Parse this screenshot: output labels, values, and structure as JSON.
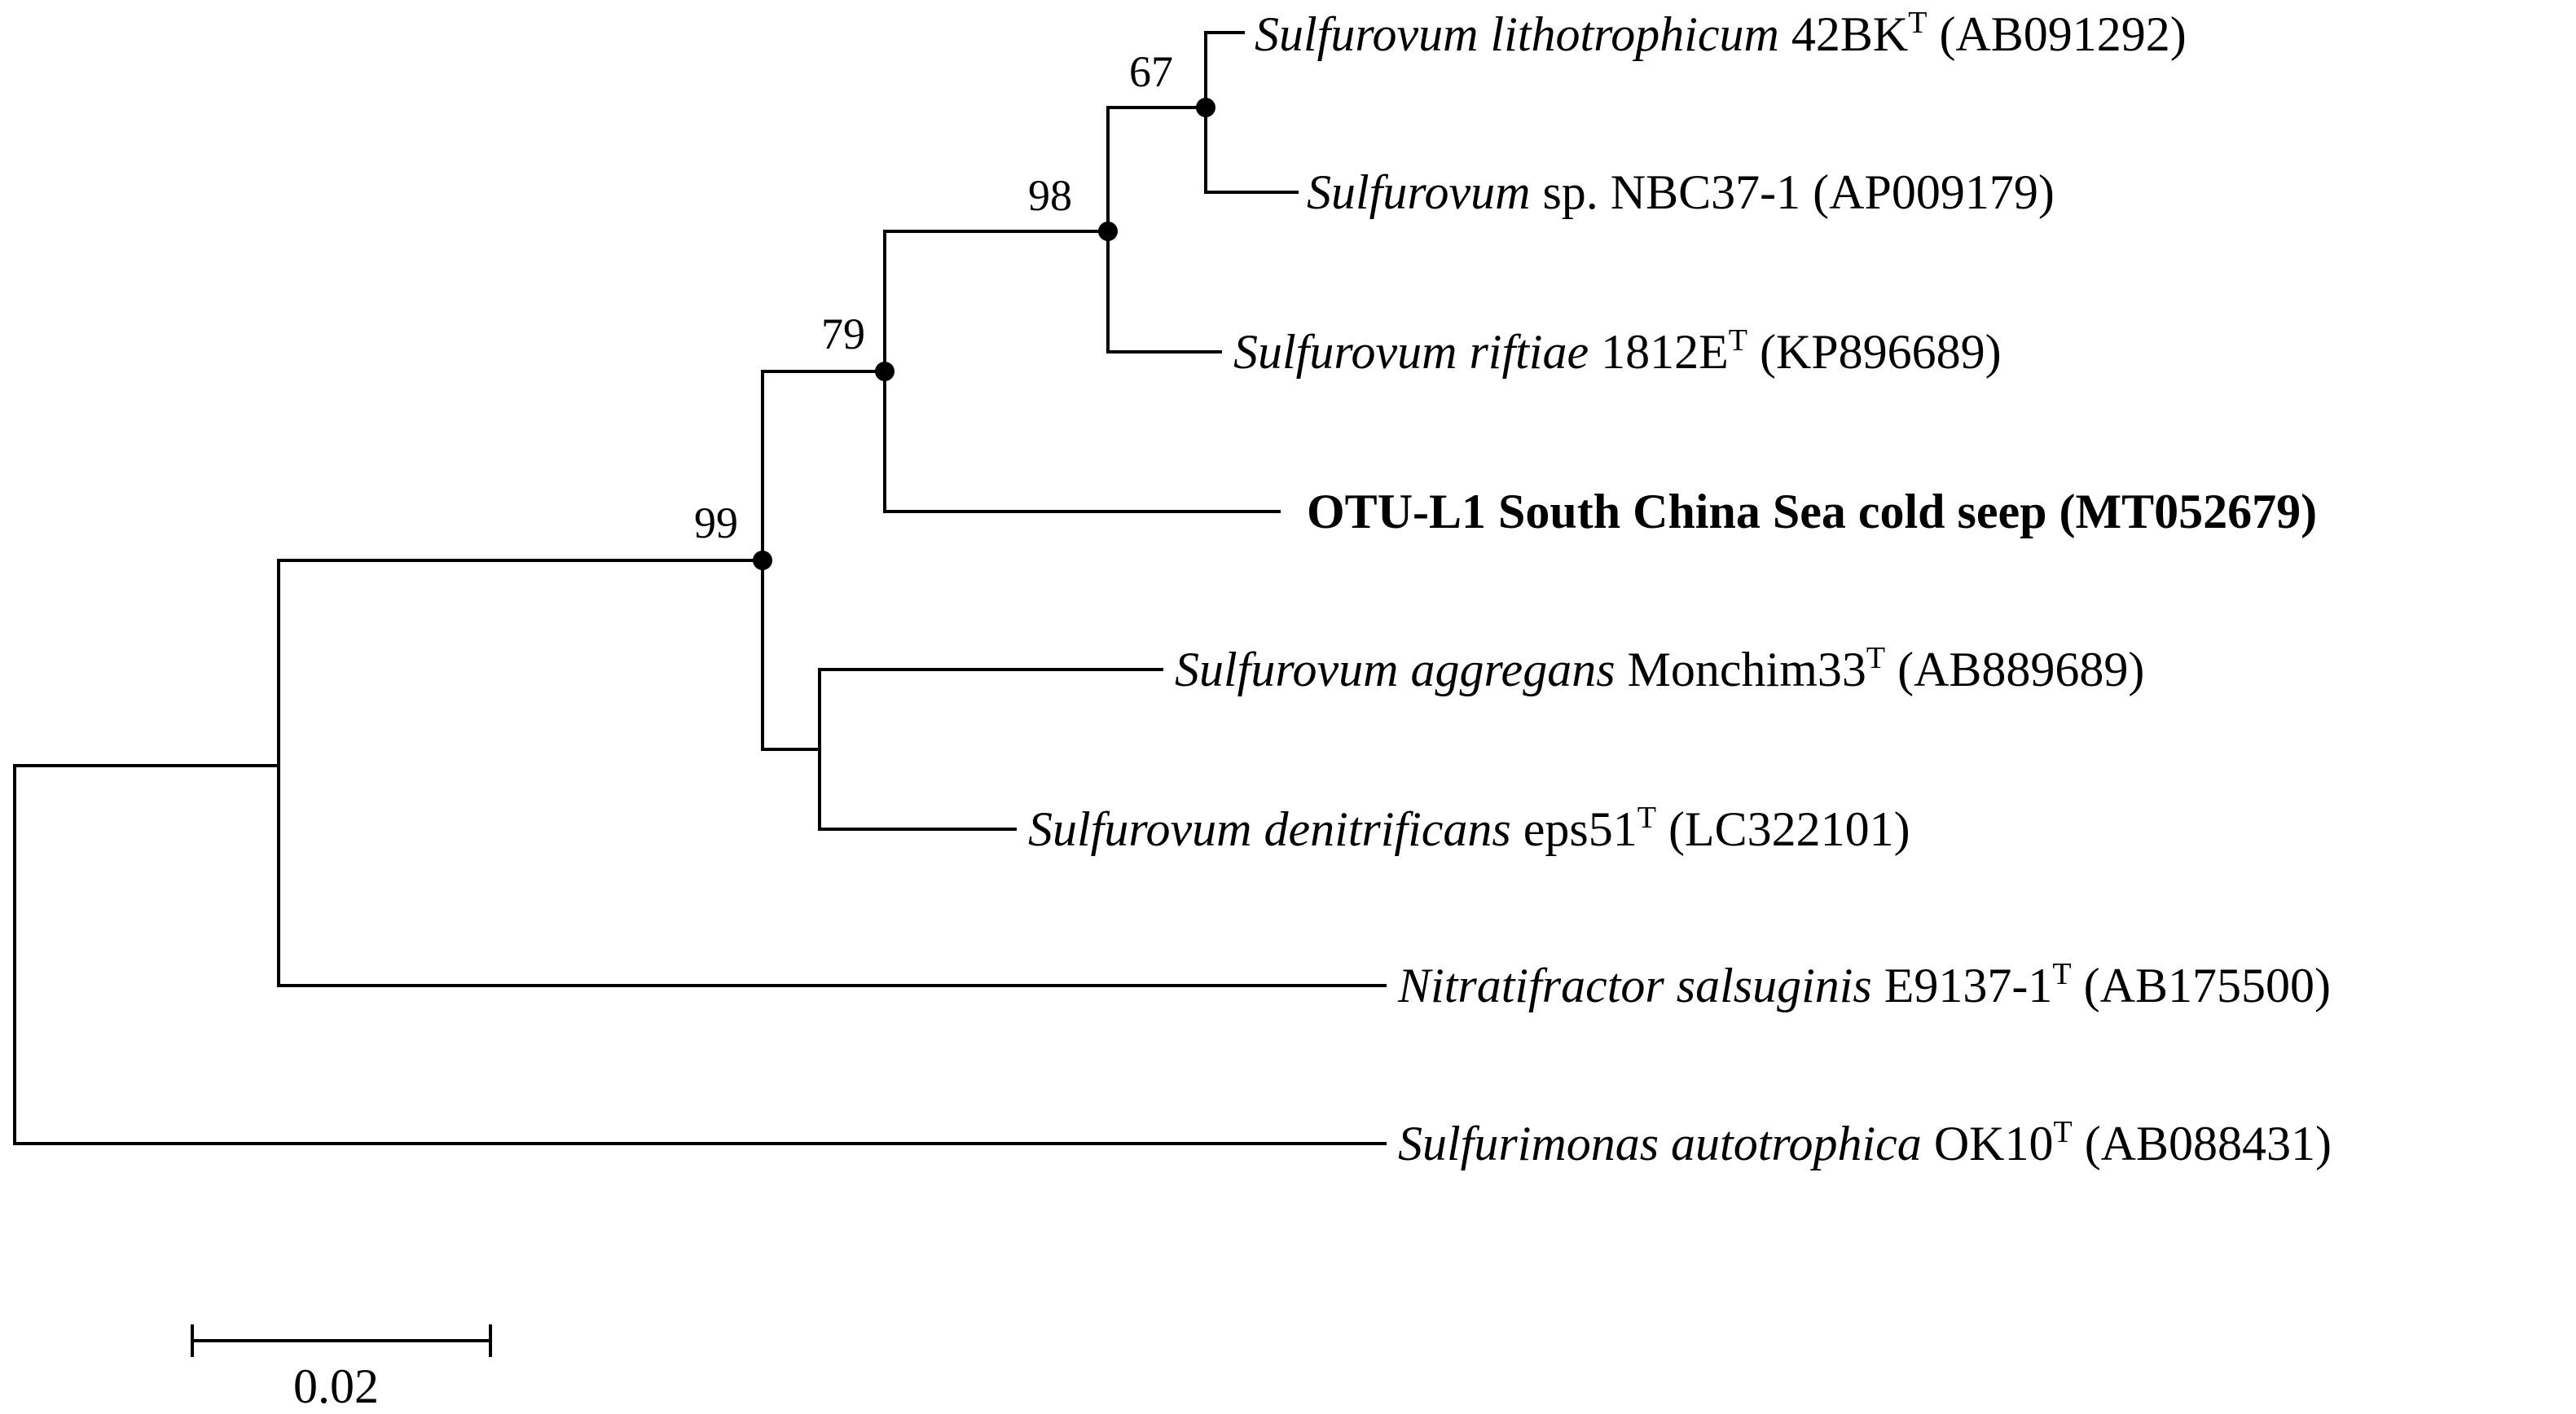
{
  "tree": {
    "taxa": [
      {
        "id": "sulf-lith",
        "genus": "Sulfurovum",
        "species": "lithotrophicum",
        "strain": "42BK",
        "type_strain": "T",
        "accession": "(AB091292)"
      },
      {
        "id": "sulf-nbc",
        "genus": "Sulfurovum",
        "species": "",
        "strain": "sp. NBC37-1",
        "type_strain": "",
        "accession": "(AP009179)"
      },
      {
        "id": "sulf-rift",
        "genus": "Sulfurovum",
        "species": "riftiae",
        "strain": "1812E",
        "type_strain": "T",
        "accession": "(KP896689)"
      },
      {
        "id": "otu-l1",
        "label": "OTU-L1 South China Sea cold seep (MT052679)",
        "bold": true
      },
      {
        "id": "sulf-aggr",
        "genus": "Sulfurovum",
        "species": "aggregans",
        "strain": "Monchim33",
        "type_strain": "T",
        "accession": "(AB889689)"
      },
      {
        "id": "sulf-deni",
        "genus": "Sulfurovum",
        "species": "denitrificans",
        "strain": "eps51",
        "type_strain": "T",
        "accession": "(LC322101)"
      },
      {
        "id": "nitra",
        "genus": "Nitratifractor",
        "species": "salsuginis",
        "strain": "E9137-1",
        "type_strain": "T",
        "accession": "(AB175500)"
      },
      {
        "id": "sulfuri",
        "genus": "Sulfurimonas",
        "species": "autotrophica",
        "strain": "OK10",
        "type_strain": "T",
        "accession": "(AB088431)"
      }
    ],
    "bootstrap": [
      {
        "node": "lith-nbc",
        "value": "67"
      },
      {
        "node": "sulf-core",
        "value": "98"
      },
      {
        "node": "with-otu",
        "value": "79"
      },
      {
        "node": "sulfurovum-clade",
        "value": "99"
      }
    ],
    "scale_bar": {
      "value": "0.02"
    }
  }
}
